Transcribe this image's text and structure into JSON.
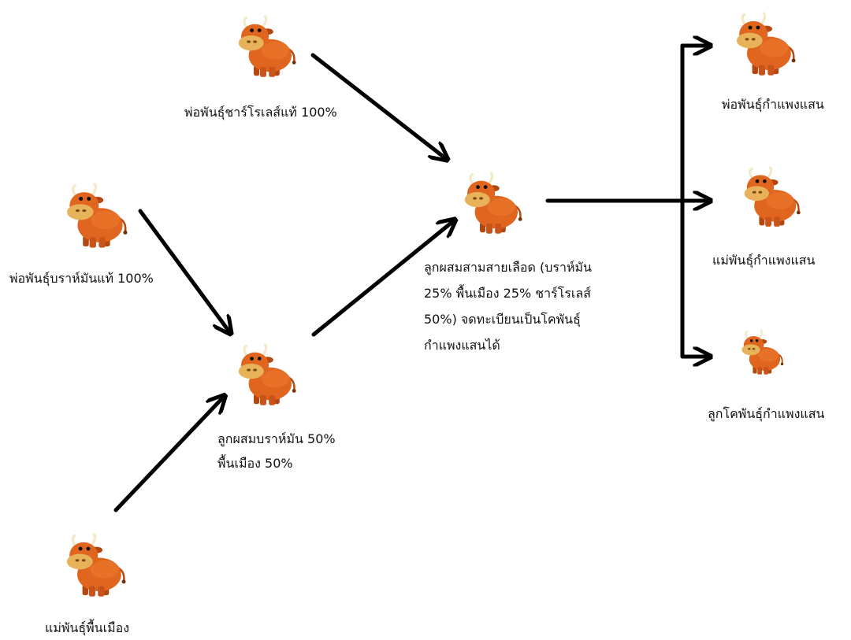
{
  "nodes": {
    "charolais_sire": {
      "label": "พ่อพันธุ์ชาร์โรเลส์แท้ 100%"
    },
    "brahman_sire": {
      "label": "พ่อพันธุ์บราห์มันแท้ 100%"
    },
    "native_dam": {
      "label": "แม่พันธุ์พื้นเมือง"
    },
    "crossbred_50": {
      "line1": "ลูกผสมบราห์มัน 50%",
      "line2": "พื้นเมือง 50%"
    },
    "three_blood": {
      "line1": "ลูกผสมสามสายเลือด (บราห์มัน",
      "line2": "25% พื้นเมือง 25% ชาร์โรเลส์",
      "line3": "50%) จดทะเบียนเป็นโคพันธุ์",
      "line4": "กำแพงแสนได้"
    },
    "kps_sire": {
      "label": "พ่อพันธุ์กำแพงแสน"
    },
    "kps_dam": {
      "label": "แม่พันธุ์กำแพงแสน"
    },
    "kps_calf": {
      "label": "ลูกโคพันธุ์กำแพงแสน"
    }
  },
  "icons": {
    "cow": "cow-icon"
  },
  "colors": {
    "cow_body": "#e0651e",
    "cow_dark": "#b4470f",
    "muzzle": "#e8b25a",
    "arrow": "#000000"
  }
}
